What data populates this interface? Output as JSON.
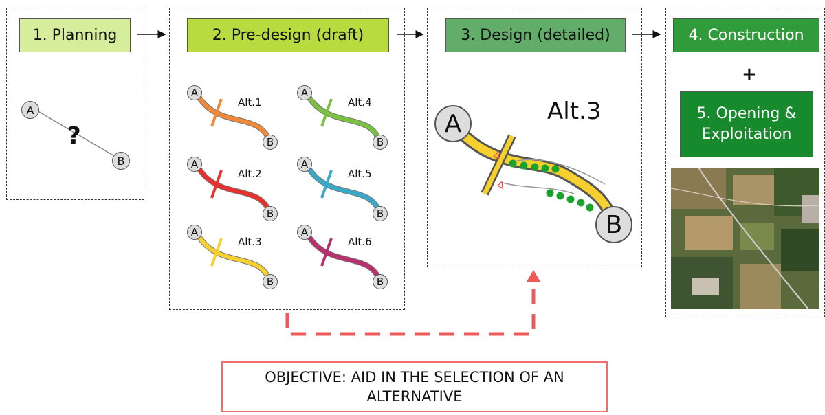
{
  "stages": {
    "planning": "1. Planning",
    "predesign": "2. Pre-design (draft)",
    "design": "3. Design (detailed)",
    "construction": "4. Construction",
    "plus": "+",
    "opening_line1": "5. Opening &",
    "opening_line2": "Exploitation"
  },
  "planning": {
    "node_a": "A",
    "node_b": "B",
    "question": "?"
  },
  "alternatives": [
    {
      "label": "Alt.1",
      "color": "#f08a3a"
    },
    {
      "label": "Alt.4",
      "color": "#7cc242"
    },
    {
      "label": "Alt.2",
      "color": "#e8312e"
    },
    {
      "label": "Alt.5",
      "color": "#3aa8c8"
    },
    {
      "label": "Alt.3",
      "color": "#f5d02e"
    },
    {
      "label": "Alt.6",
      "color": "#b8306e"
    }
  ],
  "nodes": {
    "a": "A",
    "b": "B"
  },
  "design": {
    "alt_label": "Alt.3",
    "node_a": "A",
    "node_b": "B"
  },
  "objective": {
    "line1": "OBJECTIVE: AID IN THE SELECTION OF AN",
    "line2": "ALTERNATIVE"
  },
  "colors": {
    "planning": "#d6ee9b",
    "predesign": "#b8dc40",
    "design": "#63ad6a",
    "construction": "#2f9b3a",
    "opening": "#168a2c",
    "feedback_arrow": "#ee5a5a"
  }
}
